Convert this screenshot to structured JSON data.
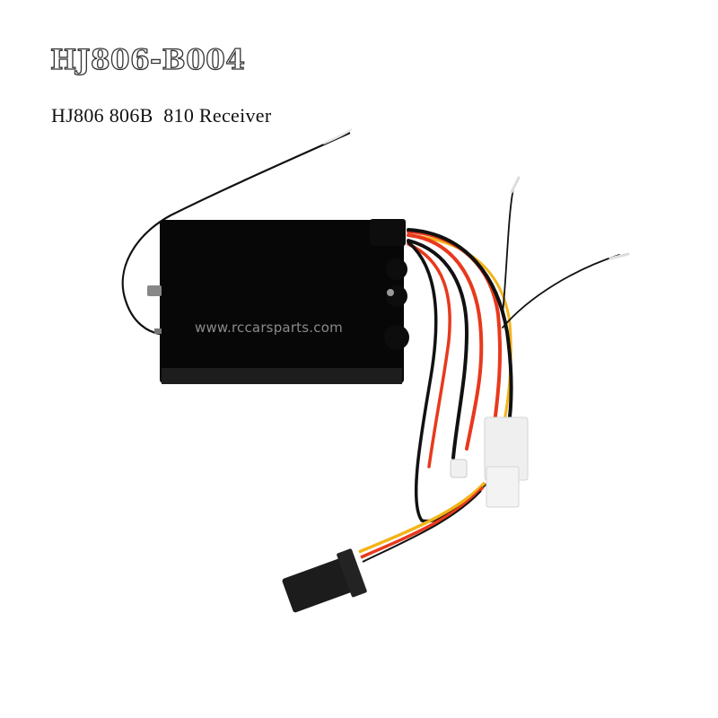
{
  "product": {
    "code": "HJ806-B004",
    "description": "HJ806 806B  810 Receiver",
    "watermark": "www.rccarsparts.com",
    "image_alt": "RC receiver module, black case with antenna wires, red/black/yellow leads, white connector and black servo plug"
  },
  "colors": {
    "background": "#ffffff",
    "case": "#0a0a0a",
    "wire_red": "#e8391d",
    "wire_black": "#111111",
    "wire_yellow": "#f2b418",
    "connector_white": "#eeeeee",
    "watermark": "#8a8a8a"
  }
}
